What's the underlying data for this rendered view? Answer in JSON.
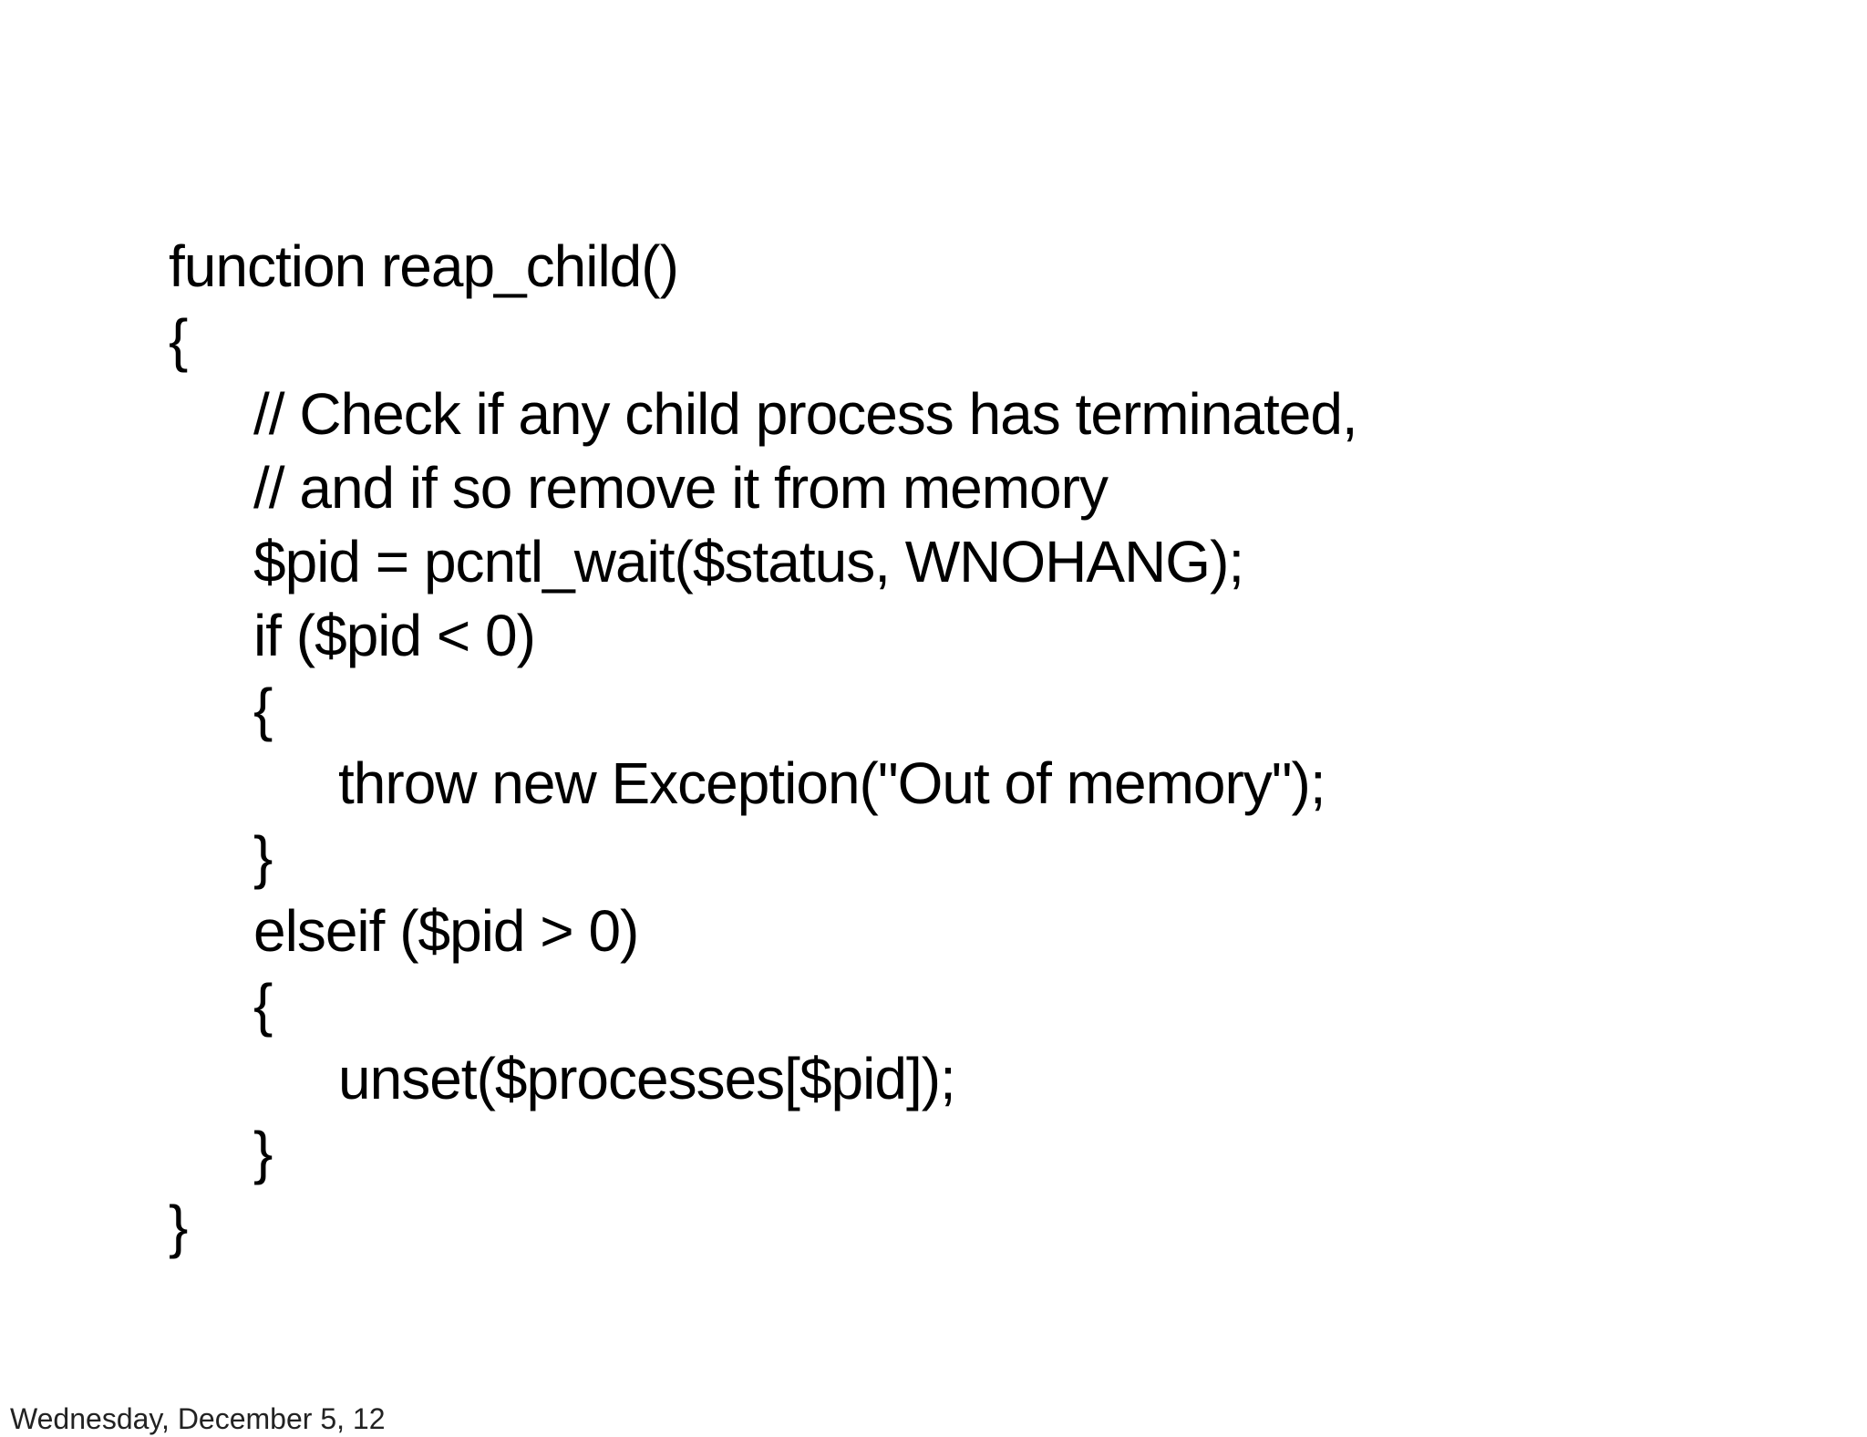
{
  "slide": {
    "background_color": "#ffffff",
    "code_color": "#000000",
    "code_lines": [
      {
        "text": "function reap_child()",
        "indent": 0
      },
      {
        "text": "{",
        "indent": 0
      },
      {
        "text": "// Check if any child process has terminated,",
        "indent": 1
      },
      {
        "text": "// and if so remove it from memory",
        "indent": 1
      },
      {
        "text": "$pid = pcntl_wait($status, WNOHANG);",
        "indent": 1
      },
      {
        "text": "if ($pid < 0)",
        "indent": 1
      },
      {
        "text": "{",
        "indent": 1
      },
      {
        "text": "throw new Exception(\"Out of memory\");",
        "indent": 2
      },
      {
        "text": "}",
        "indent": 1
      },
      {
        "text": "elseif ($pid > 0)",
        "indent": 1
      },
      {
        "text": "{",
        "indent": 1
      },
      {
        "text": "unset($processes[$pid]);",
        "indent": 2
      },
      {
        "text": "}",
        "indent": 1
      },
      {
        "text": "}",
        "indent": 0
      }
    ]
  },
  "footer": {
    "date_label": "Wednesday, December 5, 12",
    "color": "#222222"
  }
}
